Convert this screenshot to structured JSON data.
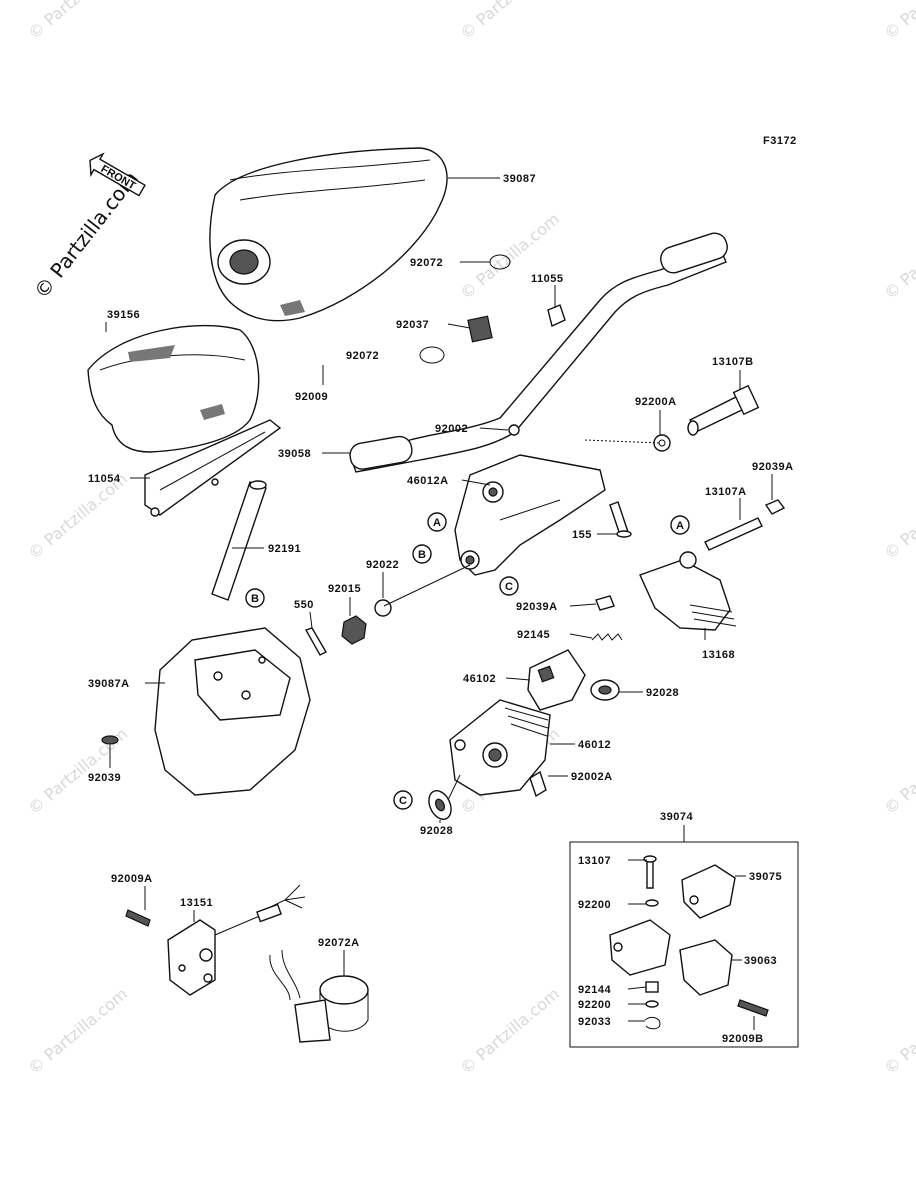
{
  "figure_code": "F3172",
  "front_label": "FRONT",
  "watermark": {
    "primary": "© Partzilla.com",
    "repeat": "© Partzilla.com"
  },
  "callouts": {
    "A": "A",
    "B": "B",
    "C": "C"
  },
  "part_labels": [
    {
      "id": "39087",
      "text": "39087"
    },
    {
      "id": "39156",
      "text": "39156"
    },
    {
      "id": "92009",
      "text": "92009"
    },
    {
      "id": "11054",
      "text": "11054"
    },
    {
      "id": "92191",
      "text": "92191"
    },
    {
      "id": "92072-a",
      "text": "92072"
    },
    {
      "id": "92072-b",
      "text": "92072"
    },
    {
      "id": "92037",
      "text": "92037"
    },
    {
      "id": "11055",
      "text": "11055"
    },
    {
      "id": "13107B",
      "text": "13107B"
    },
    {
      "id": "92200A",
      "text": "92200A"
    },
    {
      "id": "92002",
      "text": "92002"
    },
    {
      "id": "39058",
      "text": "39058"
    },
    {
      "id": "46012A",
      "text": "46012A"
    },
    {
      "id": "92039A-1",
      "text": "92039A"
    },
    {
      "id": "13107A",
      "text": "13107A"
    },
    {
      "id": "155",
      "text": "155"
    },
    {
      "id": "92022",
      "text": "92022"
    },
    {
      "id": "92015",
      "text": "92015"
    },
    {
      "id": "550",
      "text": "550"
    },
    {
      "id": "92039A-2",
      "text": "92039A"
    },
    {
      "id": "13168",
      "text": "13168"
    },
    {
      "id": "92145",
      "text": "92145"
    },
    {
      "id": "39087A",
      "text": "39087A"
    },
    {
      "id": "46102",
      "text": "46102"
    },
    {
      "id": "92028-a",
      "text": "92028"
    },
    {
      "id": "46012",
      "text": "46012"
    },
    {
      "id": "92002A",
      "text": "92002A"
    },
    {
      "id": "92039",
      "text": "92039"
    },
    {
      "id": "92028-b",
      "text": "92028"
    },
    {
      "id": "39074",
      "text": "39074"
    },
    {
      "id": "13107",
      "text": "13107"
    },
    {
      "id": "39075",
      "text": "39075"
    },
    {
      "id": "92009A",
      "text": "92009A"
    },
    {
      "id": "13151",
      "text": "13151"
    },
    {
      "id": "92200-a",
      "text": "92200"
    },
    {
      "id": "92072A",
      "text": "92072A"
    },
    {
      "id": "39063",
      "text": "39063"
    },
    {
      "id": "92144",
      "text": "92144"
    },
    {
      "id": "92200-b",
      "text": "92200"
    },
    {
      "id": "92033",
      "text": "92033"
    },
    {
      "id": "92009B",
      "text": "92009B"
    }
  ]
}
